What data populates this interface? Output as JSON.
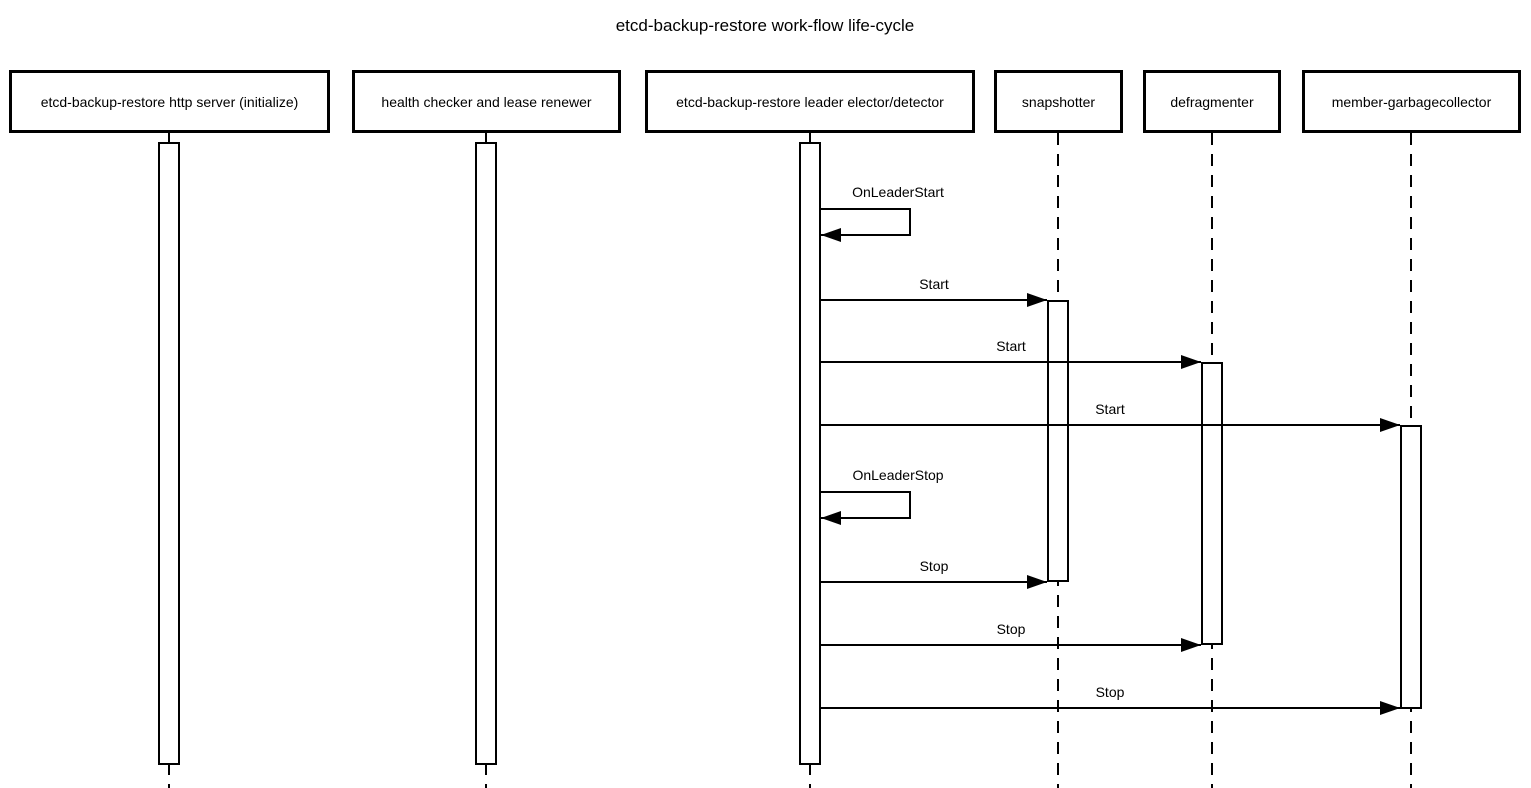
{
  "diagram": {
    "type": "sequence",
    "title": "etcd-backup-restore work-flow life-cycle",
    "participants": [
      "etcd-backup-restore http server (initialize)",
      "health checker and lease renewer",
      "etcd-backup-restore leader elector/detector",
      "snapshotter",
      "defragmenter",
      "member-garbagecollector"
    ],
    "messages": [
      {
        "label": "OnLeaderStart",
        "from": "etcd-backup-restore leader elector/detector",
        "to": "etcd-backup-restore leader elector/detector",
        "kind": "self"
      },
      {
        "label": "Start",
        "from": "etcd-backup-restore leader elector/detector",
        "to": "snapshotter",
        "kind": "sync"
      },
      {
        "label": "Start",
        "from": "etcd-backup-restore leader elector/detector",
        "to": "defragmenter",
        "kind": "sync"
      },
      {
        "label": "Start",
        "from": "etcd-backup-restore leader elector/detector",
        "to": "member-garbagecollector",
        "kind": "sync"
      },
      {
        "label": "OnLeaderStop",
        "from": "etcd-backup-restore leader elector/detector",
        "to": "etcd-backup-restore leader elector/detector",
        "kind": "self"
      },
      {
        "label": "Stop",
        "from": "etcd-backup-restore leader elector/detector",
        "to": "snapshotter",
        "kind": "sync"
      },
      {
        "label": "Stop",
        "from": "etcd-backup-restore leader elector/detector",
        "to": "defragmenter",
        "kind": "sync"
      },
      {
        "label": "Stop",
        "from": "etcd-backup-restore leader elector/detector",
        "to": "member-garbagecollector",
        "kind": "sync"
      }
    ],
    "icons": {
      "arrowhead": "filled-triangle"
    },
    "colors": {
      "line": "#000000",
      "fill": "#ffffff",
      "background": "#ffffff",
      "text": "#000000"
    }
  }
}
